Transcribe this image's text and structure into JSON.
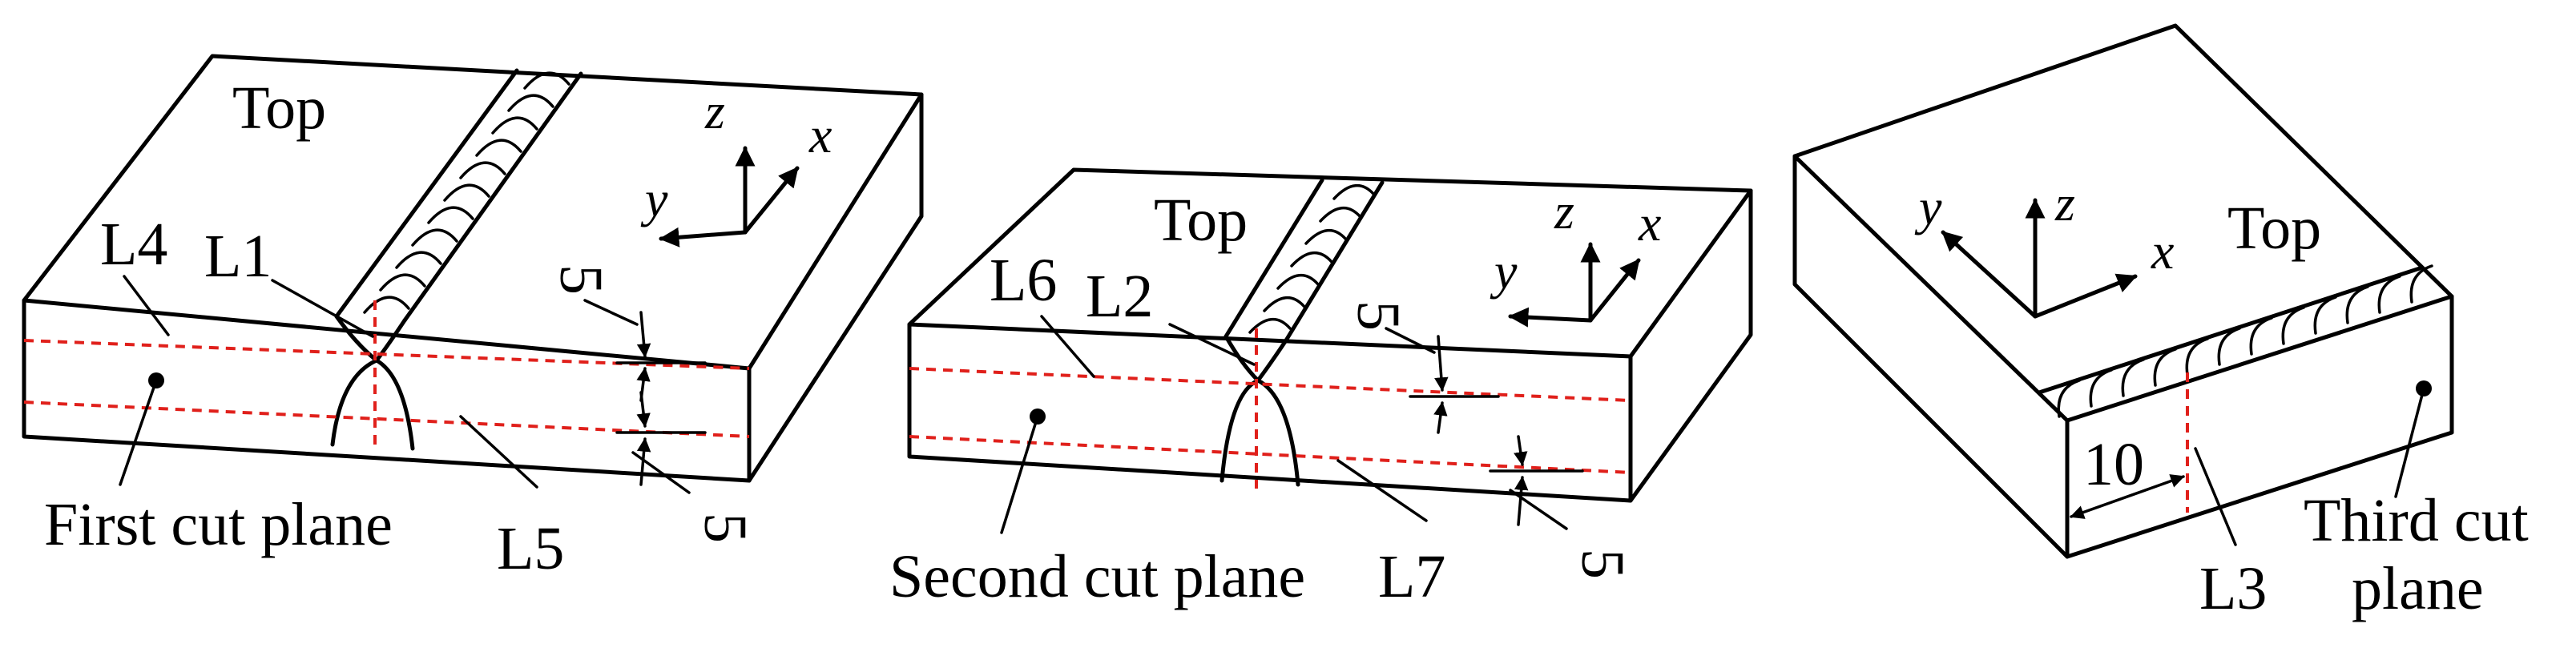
{
  "panels": [
    {
      "id": "panel1",
      "top_label": "Top",
      "plane_label": "First cut plane",
      "line_labels": {
        "upper": "L4",
        "weld": "L1",
        "lower": "L5"
      },
      "offset_labels": {
        "upper": "5",
        "lower": "5"
      },
      "axes": {
        "x": "x",
        "y": "y",
        "z": "z"
      }
    },
    {
      "id": "panel2",
      "top_label": "Top",
      "plane_label": "Second cut plane",
      "line_labels": {
        "upper": "L6",
        "weld": "L2",
        "lower": "L7"
      },
      "offset_labels": {
        "upper": "5",
        "lower": "5"
      },
      "axes": {
        "x": "x",
        "y": "y",
        "z": "z"
      }
    },
    {
      "id": "panel3",
      "top_label": "Top",
      "plane_label_line1": "Third cut",
      "plane_label_line2": "plane",
      "line_labels": {
        "weld": "L3"
      },
      "offset_labels": {
        "side": "10"
      },
      "axes": {
        "x": "x",
        "y": "y",
        "z": "z"
      }
    }
  ],
  "colors": {
    "cut_line": "#e0201b",
    "outline": "#000000"
  }
}
